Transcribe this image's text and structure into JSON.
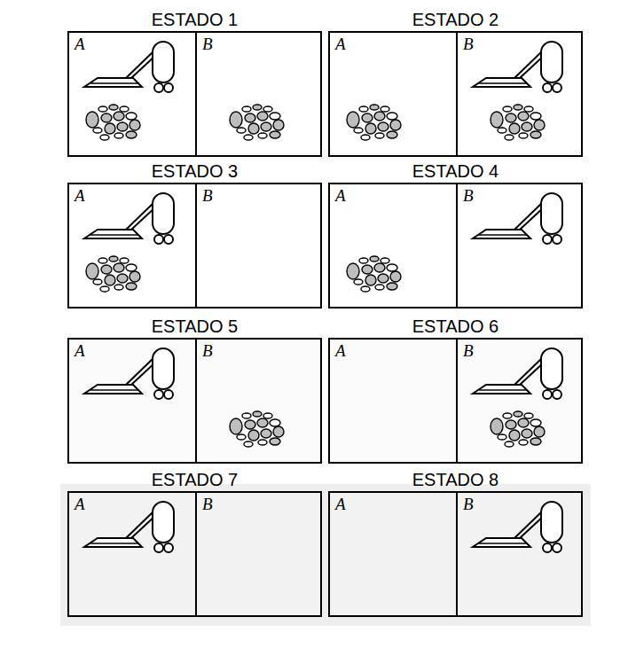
{
  "diagram": {
    "nodes": [
      {
        "text": [
          "ESTADO 1"
        ]
      },
      {
        "text": [
          "A"
        ],
        "in": 0
      },
      {
        "text": [
          "B"
        ],
        "in": 0
      },
      {
        "text": [
          "ESTADO 2"
        ]
      },
      {
        "text": [
          "A"
        ],
        "in": 3
      },
      {
        "text": [
          "B"
        ],
        "in": 3
      },
      {
        "text": [
          "ESTADO 3"
        ]
      },
      {
        "text": [
          "A"
        ],
        "in": 6
      },
      {
        "text": [
          "B"
        ],
        "in": 6
      },
      {
        "text": [
          "ESTADO 4"
        ]
      },
      {
        "text": [
          "A"
        ],
        "in": 9
      },
      {
        "text": [
          "B"
        ],
        "in": 9
      },
      {
        "text": [
          "ESTADO 5"
        ]
      },
      {
        "text": [
          "A"
        ],
        "in": 12
      },
      {
        "text": [
          "B"
        ],
        "in": 12
      },
      {
        "text": [
          "ESTADO 6"
        ]
      },
      {
        "text": [
          "A"
        ],
        "in": 15
      },
      {
        "text": [
          "B"
        ],
        "in": 15
      },
      {
        "text": [
          "ESTADO 7"
        ]
      },
      {
        "text": [
          "A"
        ],
        "in": 18
      },
      {
        "text": [
          "B"
        ],
        "in": 18
      },
      {
        "text": [
          "ESTADO 8"
        ]
      },
      {
        "text": [
          "A"
        ],
        "in": 21
      },
      {
        "text": [
          "B"
        ],
        "in": 21
      }
    ]
  }
}
